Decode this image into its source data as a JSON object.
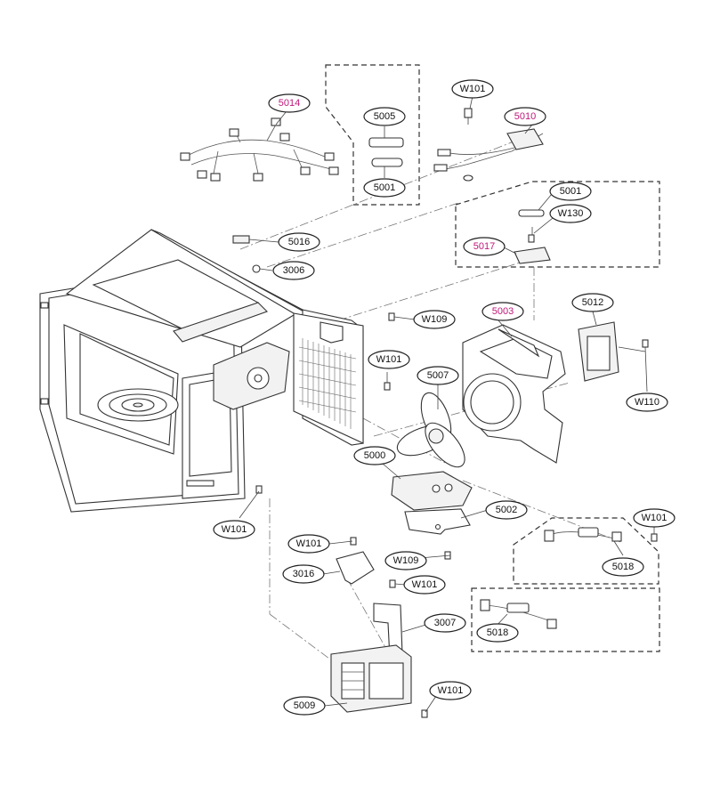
{
  "colors": {
    "default_label": "#111111",
    "accent_label": "#c0187a"
  },
  "labels": [
    {
      "id": "W101_top",
      "text": "W101",
      "accent": false
    },
    {
      "id": "5014",
      "text": "5014",
      "accent": true
    },
    {
      "id": "5005",
      "text": "5005",
      "accent": false
    },
    {
      "id": "5010",
      "text": "5010",
      "accent": true
    },
    {
      "id": "5001_a",
      "text": "5001",
      "accent": false
    },
    {
      "id": "5001_b",
      "text": "5001",
      "accent": false
    },
    {
      "id": "W130",
      "text": "W130",
      "accent": false
    },
    {
      "id": "5016",
      "text": "5016",
      "accent": false
    },
    {
      "id": "5017",
      "text": "5017",
      "accent": true
    },
    {
      "id": "3006",
      "text": "3006",
      "accent": false
    },
    {
      "id": "W109_a",
      "text": "W109",
      "accent": false
    },
    {
      "id": "5003",
      "text": "5003",
      "accent": true
    },
    {
      "id": "5012",
      "text": "5012",
      "accent": false
    },
    {
      "id": "W101_mid",
      "text": "W101",
      "accent": false
    },
    {
      "id": "5007",
      "text": "5007",
      "accent": false
    },
    {
      "id": "W110",
      "text": "W110",
      "accent": false
    },
    {
      "id": "5000",
      "text": "5000",
      "accent": false
    },
    {
      "id": "5002",
      "text": "5002",
      "accent": false
    },
    {
      "id": "W101_left",
      "text": "W101",
      "accent": false
    },
    {
      "id": "W101_right",
      "text": "W101",
      "accent": false
    },
    {
      "id": "W101_low",
      "text": "W101",
      "accent": false
    },
    {
      "id": "W109_b",
      "text": "W109",
      "accent": false
    },
    {
      "id": "5018_a",
      "text": "5018",
      "accent": false
    },
    {
      "id": "3016",
      "text": "3016",
      "accent": false
    },
    {
      "id": "W101_low2",
      "text": "W101",
      "accent": false
    },
    {
      "id": "3007",
      "text": "3007",
      "accent": false
    },
    {
      "id": "5018_b",
      "text": "5018",
      "accent": false
    },
    {
      "id": "W101_bottom",
      "text": "W101",
      "accent": false
    },
    {
      "id": "5009",
      "text": "5009",
      "accent": false
    }
  ]
}
